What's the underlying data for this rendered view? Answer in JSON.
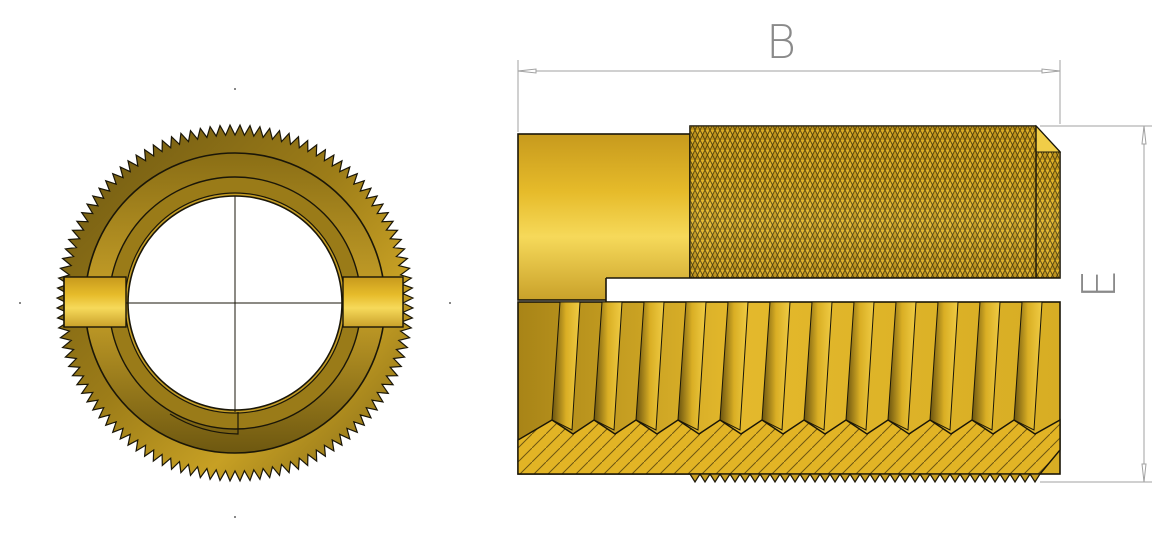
{
  "drawing": {
    "title": "",
    "dimensions": {
      "width_label": "B",
      "height_label": "E"
    },
    "views": [
      {
        "name": "end-view"
      },
      {
        "name": "side-section-view"
      }
    ],
    "colors": {
      "brass_dark": "#6b5610",
      "brass_mid": "#b8921c",
      "brass_light": "#f2d24a",
      "outline": "#1a1608",
      "dimension_line": "#a0a0a0"
    }
  }
}
